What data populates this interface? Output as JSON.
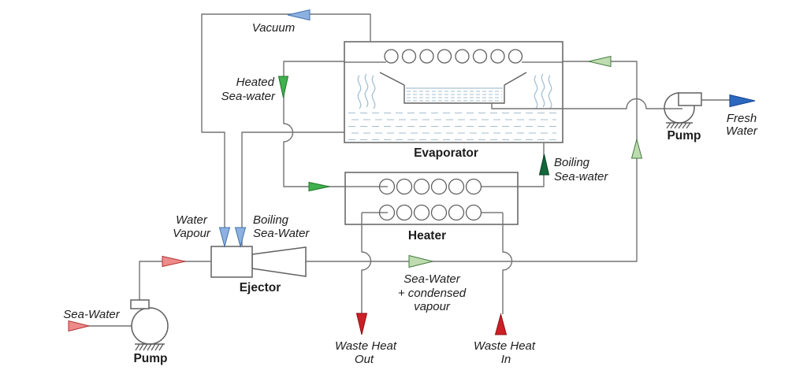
{
  "labels": {
    "vacuum": "Vacuum",
    "heated_seawater": [
      "Heated",
      "Sea-water"
    ],
    "water_vapour": [
      "Water",
      "Vapour"
    ],
    "boiling_seawater_ejector": [
      "Boiling",
      "Sea-Water"
    ],
    "boiling_seawater": [
      "Boiling",
      "Sea-water"
    ],
    "sea_water": "Sea-Water",
    "fresh_water": [
      "Fresh",
      "Water"
    ],
    "seawater_condensed": [
      "Sea-Water",
      "+ condensed",
      "vapour"
    ],
    "waste_heat_out": [
      "Waste Heat",
      "Out"
    ],
    "waste_heat_in": [
      "Waste Heat",
      "In"
    ]
  },
  "equipment": {
    "evaporator": "Evaporator",
    "heater": "Heater",
    "ejector": "Ejector",
    "pump_left": "Pump",
    "pump_right": "Pump"
  },
  "colors": {
    "pipe": "#737373",
    "equipment": "#606060",
    "water_dash": "#a4bdce",
    "vapour_wave": "#a3c2d4",
    "label_text": "#1d1d1d",
    "arrow_blue_light_fill": "#8cb1e0",
    "arrow_blue_light_stroke": "#4472ad",
    "arrow_blue_fill": "#2d68c0",
    "arrow_blue_stroke": "#15458f",
    "arrow_green_fill": "#41b04e",
    "arrow_green_stroke": "#1f7527",
    "arrow_green_light_fill": "#bedcb0",
    "arrow_green_light_stroke": "#44793f",
    "arrow_green_dark_fill": "#12683b",
    "arrow_green_dark_stroke": "#063f20",
    "arrow_red_fill": "#cd1f26",
    "arrow_red_stroke": "#8a0f14",
    "arrow_pink_fill": "#ef8a8a",
    "arrow_pink_stroke": "#b23434"
  }
}
